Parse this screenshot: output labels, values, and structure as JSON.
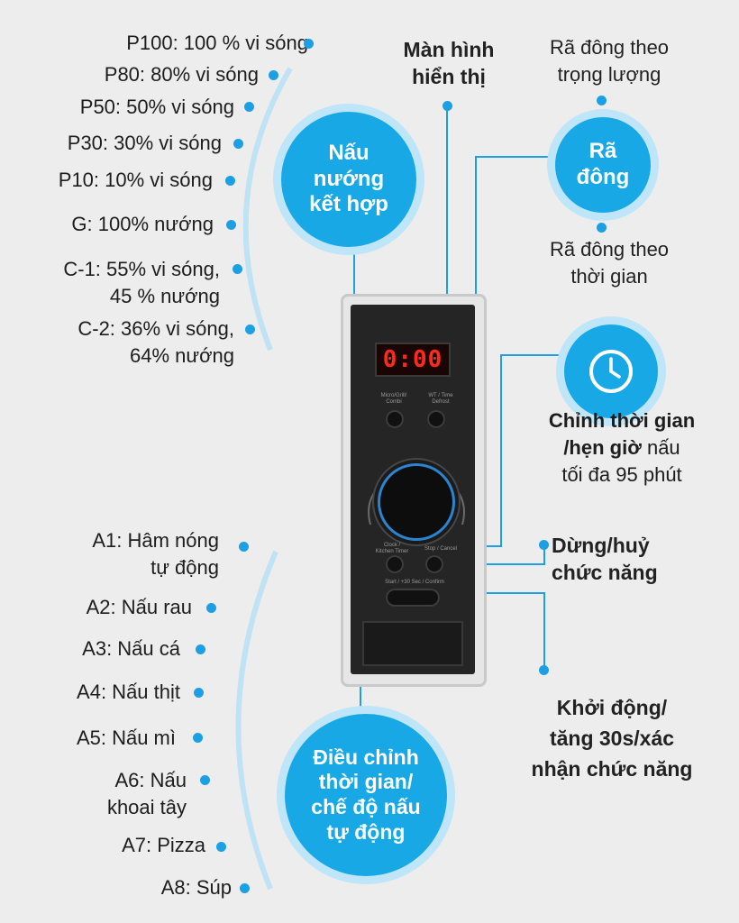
{
  "power_levels": [
    "P100: 100 % vi sóng",
    "P80: 80% vi sóng",
    "P50: 50% vi sóng",
    "P30: 30% vi sóng",
    "P10: 10% vi sóng",
    "G: 100% nướng",
    "C-1: 55% vi sóng,\n45 % nướng",
    "C-2: 36% vi sóng,\n64% nướng"
  ],
  "auto_menus": [
    "A1: Hâm nóng\ntự động",
    "A2: Nấu rau",
    "A3: Nấu cá",
    "A4: Nấu thịt",
    "A5: Nấu mì",
    "A6: Nấu\nkhoai tây",
    "A7: Pizza",
    "A8: Súp"
  ],
  "bubbles": {
    "combo": "Nấu\nnướng\nkết hợp",
    "defrost": "Rã\nđông",
    "dial": "Điều chỉnh\nthời gian/\nchế độ nấu\ntự động"
  },
  "labels": {
    "display": "Màn hình\nhiển thị",
    "defrost_weight": "Rã đông theo\ntrọng lượng",
    "defrost_time": "Rã đông theo\nthời gian",
    "timer_bold": "Chỉnh thời gian\n/hẹn giờ",
    "timer_tail": " nấu",
    "timer_max": "tối đa 95 phút",
    "stop": "Dừng/huỷ\nchức năng",
    "start": "Khởi động/\ntăng 30s/xác\nnhận chức năng"
  },
  "panel": {
    "display_value": "0:00",
    "btn_left_label": "Micro/Grill/\nCombi",
    "btn_right_label": "WT / Time\nDefrost",
    "btn_lower_left_label": "Clock /\nKitchen Timer",
    "btn_lower_right_label": "Stop / Cancel",
    "start_label": "Start / +30 Sec / Confirm"
  },
  "colors": {
    "accent": "#19a8e6",
    "halo": "#bfe6f8",
    "line": "#1da0e3"
  },
  "icons": {
    "clock": "clock-icon"
  }
}
